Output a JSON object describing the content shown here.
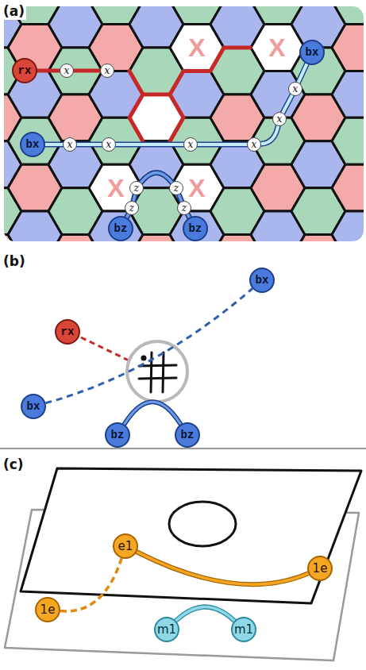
{
  "diagram": {
    "nodes": [
      {
        "text": [
          "rx"
        ]
      },
      {
        "text": [
          "x"
        ]
      },
      {
        "text": [
          "x"
        ]
      },
      {
        "text": [
          "bx"
        ]
      },
      {
        "text": [
          "x"
        ]
      },
      {
        "text": [
          "x"
        ]
      },
      {
        "text": [
          "bx"
        ]
      },
      {
        "text": [
          "x"
        ]
      },
      {
        "text": [
          "x"
        ]
      },
      {
        "text": [
          "x"
        ]
      },
      {
        "text": [
          "x"
        ]
      },
      {
        "text": [
          "z"
        ]
      },
      {
        "text": [
          "z"
        ]
      },
      {
        "text": [
          "z"
        ]
      },
      {
        "text": [
          "z"
        ]
      },
      {
        "text": [
          "bz"
        ]
      },
      {
        "text": [
          "bz"
        ]
      },
      {
        "text": [
          "rx"
        ]
      },
      {
        "text": [
          "bx"
        ]
      },
      {
        "text": [
          "bx"
        ]
      },
      {
        "text": [
          "bz"
        ]
      },
      {
        "text": [
          "bz"
        ]
      },
      {
        "text": [
          "e1"
        ]
      },
      {
        "text": [
          "1e"
        ]
      },
      {
        "text": [
          "1e"
        ]
      },
      {
        "text": [
          "m1"
        ]
      },
      {
        "text": [
          "m1"
        ]
      }
    ],
    "edges": [
      {
        "from": 0,
        "to": 1,
        "arrow": "none"
      },
      {
        "from": 1,
        "to": 2,
        "arrow": "none"
      },
      {
        "from": 6,
        "to": 7,
        "arrow": "none"
      },
      {
        "from": 7,
        "to": 8,
        "arrow": "none"
      },
      {
        "from": 8,
        "to": 9,
        "arrow": "none"
      },
      {
        "from": 9,
        "to": 10,
        "arrow": "none"
      },
      {
        "from": 10,
        "to": 5,
        "arrow": "none"
      },
      {
        "from": 5,
        "to": 4,
        "arrow": "none"
      },
      {
        "from": 4,
        "to": 3,
        "arrow": "none"
      },
      {
        "from": 11,
        "to": 12,
        "arrow": "none"
      },
      {
        "from": 11,
        "to": 13,
        "arrow": "none"
      },
      {
        "from": 12,
        "to": 14,
        "arrow": "none"
      },
      {
        "from": 13,
        "to": 15,
        "arrow": "none"
      },
      {
        "from": 14,
        "to": 16,
        "arrow": "none"
      },
      {
        "from": 19,
        "to": 18,
        "arrow": "none"
      },
      {
        "from": 20,
        "to": 21,
        "arrow": "none"
      },
      {
        "from": 22,
        "to": 24,
        "arrow": "none"
      },
      {
        "from": 23,
        "to": 22,
        "arrow": "none"
      },
      {
        "from": 25,
        "to": 26,
        "arrow": "none"
      }
    ],
    "labels": [
      "(a)",
      "X",
      "X",
      "X",
      "X",
      "(b)",
      "(c)"
    ]
  }
}
